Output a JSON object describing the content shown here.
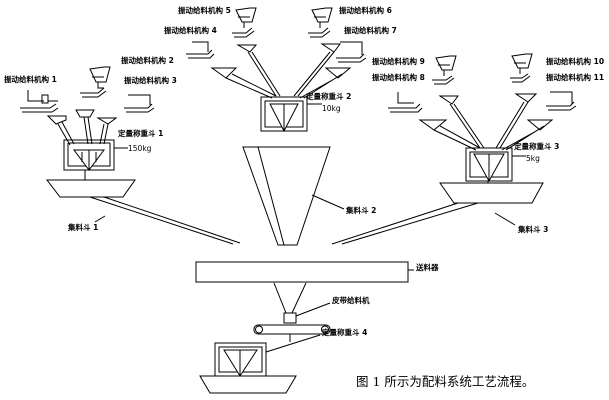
{
  "labels": {
    "feeder_1": "振动给料机构 1",
    "feeder_2": "振动给料机构 2",
    "feeder_3": "振动给料机构 3",
    "feeder_4": "振动给料机构 4",
    "feeder_5": "振动给料机构 5",
    "feeder_6": "振动给料机构 6",
    "feeder_7": "振动给料机构 7",
    "feeder_8": "振动给料机构 8",
    "feeder_9": "振动给料机构 9",
    "feeder_10": "振动给料机构 10",
    "feeder_11": "振动给料机构 11",
    "weigh_hopper_1": "定量称重斗 1",
    "weigh_hopper_2": "定量称重斗 2",
    "weigh_hopper_3": "定量称重斗 3",
    "weigh_hopper_4": "定量称重斗 4",
    "capacity_1": "150kg",
    "capacity_2": "10kg",
    "capacity_3": "5kg",
    "collector_1": "集料斗 1",
    "collector_2": "集料斗 2",
    "collector_3": "集料斗 3",
    "conveyor": "送料器",
    "belt_feeder": "皮带给料机"
  },
  "caption": "图 1 所示为配料系统工艺流程。"
}
